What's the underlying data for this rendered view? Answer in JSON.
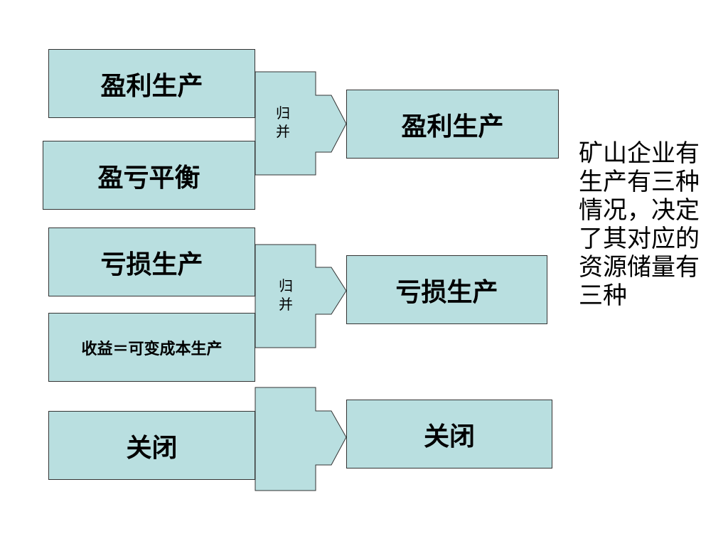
{
  "group1": {
    "input_top": "盈利生产",
    "input_bottom": "盈亏平衡",
    "merge_label": [
      "归",
      "并"
    ],
    "output": "盈利生产"
  },
  "group2": {
    "input_top": "亏损生产",
    "input_bottom": "收益＝可变成本生产",
    "merge_label": [
      "归",
      "并"
    ],
    "output": "亏损生产"
  },
  "group3": {
    "input": "关闭",
    "output": "关闭"
  },
  "side_note": "矿山企业有生产有三种情况，决定了其对应的资源储量有三种",
  "colors": {
    "box_fill": "#b9dfe0",
    "arrow_fill": "#b9dfe0",
    "border": "#333333",
    "background": "#ffffff"
  }
}
